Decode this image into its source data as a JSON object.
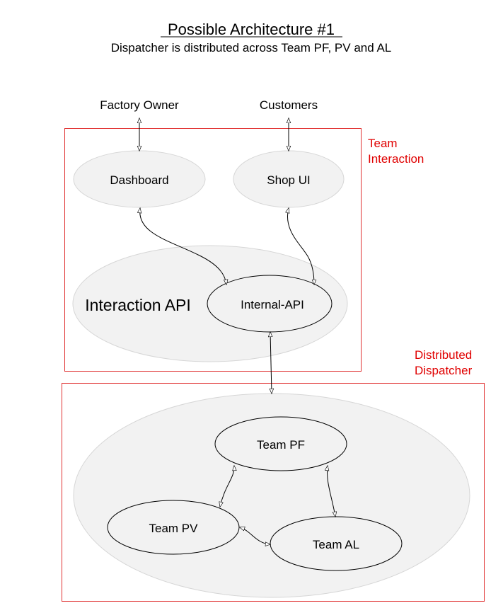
{
  "header": {
    "title": "Possible Architecture #1",
    "subtitle": "Dispatcher is distributed across Team PF, PV and AL"
  },
  "actors": {
    "factory_owner": "Factory Owner",
    "customers": "Customers"
  },
  "team_interaction": {
    "label_line1": "Team",
    "label_line2": "Interaction",
    "dashboard": "Dashboard",
    "shop_ui": "Shop UI",
    "interaction_api": "Interaction API",
    "internal_api": "Internal-API"
  },
  "distributed_dispatcher": {
    "label_line1": "Distributed",
    "label_line2": "Dispatcher",
    "team_pf": "Team PF",
    "team_pv": "Team PV",
    "team_al": "Team AL"
  },
  "colors": {
    "group_border": "#e03030",
    "group_label": "#e00000",
    "ellipse_fill": "#f2f2f2",
    "ellipse_stroke": "#d6d6d6",
    "node_stroke": "#000000"
  }
}
